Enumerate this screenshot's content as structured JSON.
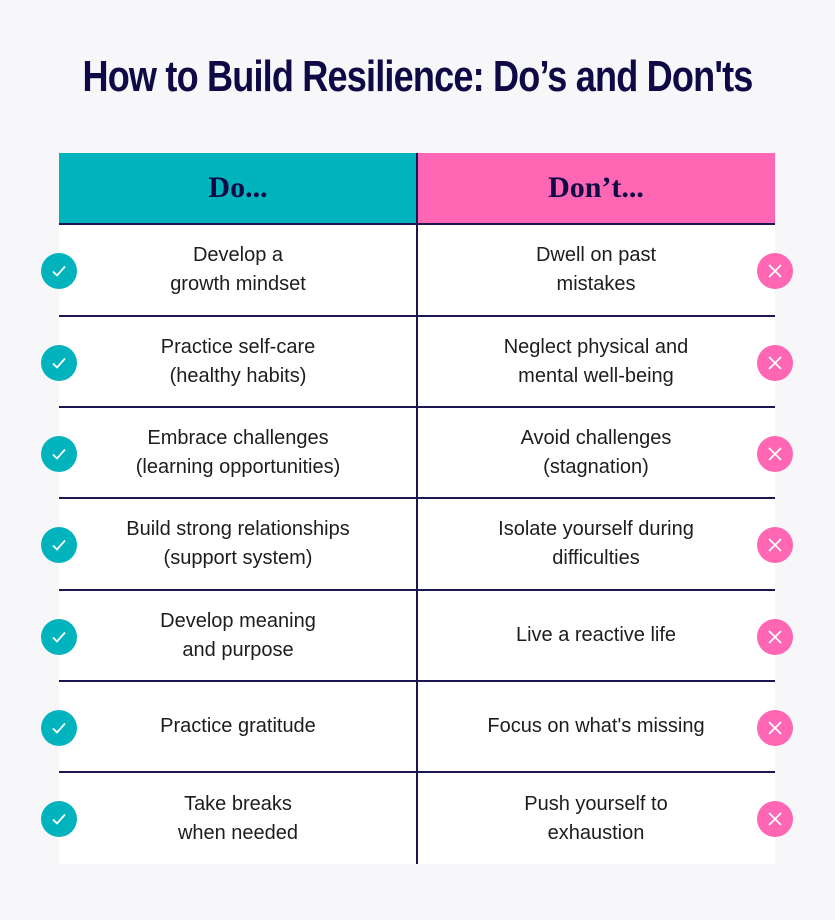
{
  "title": "How to Build Resilience: Do’s and Don'ts",
  "headers": {
    "do": "Do...",
    "dont": "Don’t..."
  },
  "colors": {
    "do": "#00b3bd",
    "dont": "#ff66b3",
    "ink": "#0f0a45"
  },
  "rows": [
    {
      "do": "Develop a\ngrowth mindset",
      "dont": "Dwell on past\nmistakes"
    },
    {
      "do": "Practice self-care\n(healthy habits)",
      "dont": "Neglect physical and\nmental well-being"
    },
    {
      "do": "Embrace challenges\n(learning opportunities)",
      "dont": "Avoid challenges\n(stagnation)"
    },
    {
      "do": "Build strong relationships\n(support system)",
      "dont": "Isolate yourself during\ndifficulties"
    },
    {
      "do": "Develop meaning\nand purpose",
      "dont": "Live a reactive life"
    },
    {
      "do": "Practice gratitude",
      "dont": "Focus on what's missing"
    },
    {
      "do": "Take breaks\nwhen needed",
      "dont": "Push yourself to\nexhaustion"
    }
  ]
}
